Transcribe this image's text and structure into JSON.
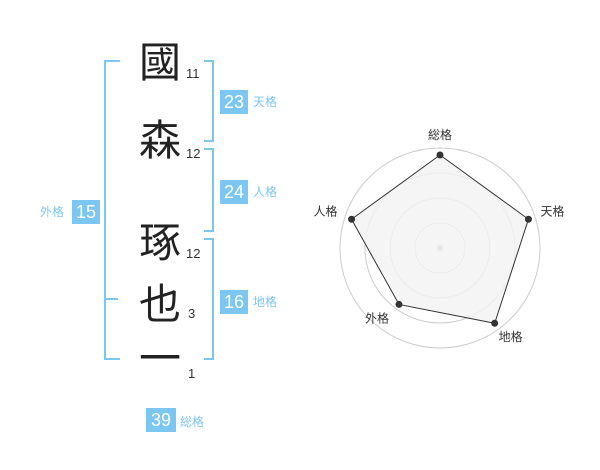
{
  "name": {
    "chars": [
      {
        "char": "國",
        "strokes": "11"
      },
      {
        "char": "森",
        "strokes": "12"
      },
      {
        "char": "琢",
        "strokes": "12"
      },
      {
        "char": "也",
        "strokes": "3"
      },
      {
        "char": "一",
        "strokes": "1"
      }
    ]
  },
  "kakusu": {
    "tenkaku": {
      "value": "23",
      "label": "天格"
    },
    "jinkaku": {
      "value": "24",
      "label": "人格"
    },
    "chikaku": {
      "value": "16",
      "label": "地格"
    },
    "gaikaku": {
      "value": "15",
      "label": "外格"
    },
    "soukaku": {
      "value": "39",
      "label": "総格"
    }
  },
  "chart_data": {
    "type": "radar",
    "axes": [
      "総格",
      "天格",
      "地格",
      "外格",
      "人格"
    ],
    "values": [
      4,
      4,
      4,
      3,
      4
    ],
    "max": 4,
    "rings": 4
  },
  "colors": {
    "accent": "#7cc6f2",
    "grid": "#cccccc",
    "fill": "#f2f2f2"
  }
}
